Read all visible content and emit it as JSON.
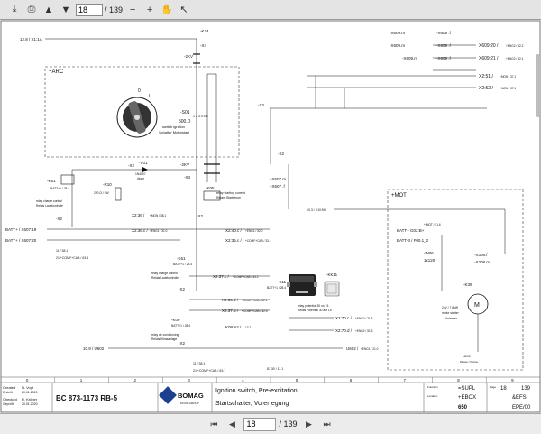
{
  "viewer": {
    "page_current": "18",
    "page_total": "/ 139",
    "icons": [
      "download-icon",
      "print-icon",
      "page-up-icon",
      "page-down-icon",
      "zoom-out-icon",
      "zoom-in-icon",
      "hand-icon",
      "select-icon"
    ]
  },
  "diagram": {
    "top_left_ref": "12.8 / X1:1A",
    "k24_label": "-K24",
    "k24_ref": "A2 A1",
    "arc_label": "+ARC",
    "s01_label": "-S01",
    "s01_desc1": "switch ignition",
    "s01_desc2": "Schalter Motorstart",
    "s01_code": "500.D",
    "arc_pins": "1 2 3 4 5 6",
    "x4_a": "-X4",
    "x4_b": "-X4",
    "x2kv_a": "-2KV",
    "x2kv_b": "-2KV",
    "x2_mid": "-X2",
    "x4_c": "-X4",
    "x2_right": "-X2",
    "k05_label": "-K05",
    "k05_desc1": "relay starting current",
    "k05_desc2": "Relais Startstrom",
    "x609_1": "-X609.m",
    "x609_1b": "-X609 .f",
    "x609_2": "-X609.m",
    "x609_2b": "-X609 .f",
    "x609_3": "-X609.m",
    "x609_3b": "-X609 .f",
    "x609_r1": "X609:20 /",
    "x609_r1s": "+ENG2 / 52.2",
    "x609_r2": "X609:21 /",
    "x609_r2s": "+ENG2 / 52.1",
    "x2_51": "X2:51 /",
    "x2_51s": "+MON / 37.1",
    "x2_52": "X2:52 /",
    "x2_52s": "+MON / 37.1",
    "k61a_label": "-K61",
    "k61a_ref": "BATT+1 / 28.4",
    "k61a_desc1": "relay charge control",
    "k61a_desc2": "Relais Ladekontrolle",
    "r10": "-R10",
    "r10_note": "220 Ω / 2W",
    "v01": "-V01",
    "v01_desc1": "1N4007",
    "v01_desc2": "diode",
    "x2_v": "-X2",
    "x607_1": "-X607.m",
    "x607_2": "-X607 .f",
    "x2_lower": "-X2",
    "x607_19": "BATT+ / X607:19",
    "x607_20": "BATT+ / X607:20",
    "x2_36c": "X2:36.c /",
    "x2_36c_s": "+ENG1 / 31.0",
    "x2_36b": "X2:36 /",
    "x2_36b_s": "+MON / 38.1",
    "x2_40": "X2:40.c /",
    "x2_40_s": "+ENG1 / 52.0",
    "x2_35": "X2:35.c /",
    "x2_35_s": "+COMF+CAB / 33.1",
    "sheet_ref_a": "11 / 38.1",
    "sheet_ref_b": "21 +COMF+CAB / 63.6",
    "x10_59": "10.3 / X10:59",
    "mot_label": "+MOT",
    "g02_label": "BATT+ G02:B+",
    "g02_ref": "+ MOT / 51.6",
    "g02_b": "BATT-3 / F00.1_2",
    "w06": "-W06",
    "w06_size": "1x120",
    "x308_1": "-X308.f",
    "x308_2": "-X308.m",
    "k39": "-K39",
    "k39_desc1": "24V / 7.8kW",
    "k39_desc2": "motor starter",
    "k39_desc3": "Anlasser",
    "k61b_label": "-K61",
    "k61b_ref": "BATT+1 / 28.4",
    "k61b_desc1": "relay charge control",
    "k61b_desc2": "Relais Ladekontrolle",
    "x2_k61": "-X2",
    "x2_37c": "X2:37.c /",
    "x2_37c_s": "+COMF+CAB / 33.2",
    "k11": "-K11",
    "k11_ref": "BATT+1 / 28.4",
    "k11_desc1": "relay potential 30 on 15",
    "k11_desc2": "Relais Potential 30 auf 15",
    "kk11": "-KK11",
    "x2_36d": "X2:36.d /",
    "x2_36d_s": "+COMF+CAB / 32.1",
    "x2_37d": "X2:37.d /",
    "x2_37d_s": "+COMF+CAB / 32.5",
    "x2_70c": "X2:70.c /",
    "x2_70c_s": "+ENG2 / 21.6",
    "x2_70d": "X2:70.d /",
    "x2_70d_s": "+ENG2 / 51.3",
    "k09": "-K09",
    "k09_ref": "BATT+1 / 28.4",
    "k09_desc1": "relay air conditioning",
    "k09_desc2": "Relais Klimaanlage",
    "k09_a2": "K09:A2 /",
    "k09_a2_s": "13.7",
    "x2_k09": "-X2",
    "u602_l": "10.9 / U602",
    "u602_r": "U602 /",
    "u602_rs": "+ENG1 / 21.0",
    "bottom_ref_a": "11 / 38.1",
    "bottom_ref_b": "21 +COMF+CAB / 63.7",
    "bottom_ref_c": "87 30 / 11.1",
    "x_4200": "4200",
    "col_numbers": [
      "0",
      "1",
      "2",
      "3",
      "4",
      "5",
      "6",
      "7",
      "8",
      "9"
    ],
    "ground_label": "Masse / Frame"
  },
  "title_block": {
    "created_label": "Created",
    "created_sub": "Erstellt",
    "created_name": "N. Vogt",
    "created_date": "20.01.2020",
    "checked_label": "Checked",
    "checked_sub": "Geprüft",
    "checked_name": "R. Kröber",
    "checked_date": "20.01.2020",
    "model": "BC 873-1173 RB-5",
    "brand": "BOMAG",
    "brand_sub": "FAYAT GROUP",
    "title_en": "Ignition switch, Pre-excitation",
    "title_de": "Startschalter, Vorerregung",
    "func_label": "Function",
    "func_val": "=SUPL",
    "loc_label": "Location",
    "loc_val": "+EBOX",
    "doc_val": "650",
    "page_label": "Page",
    "page_val": "18",
    "of_val": "139",
    "doc_type": "&EFS",
    "rev": "EPE/00"
  },
  "colors": {
    "wire": "#111111",
    "frame": "#555555",
    "brand_blue": "#1d3f8f"
  }
}
